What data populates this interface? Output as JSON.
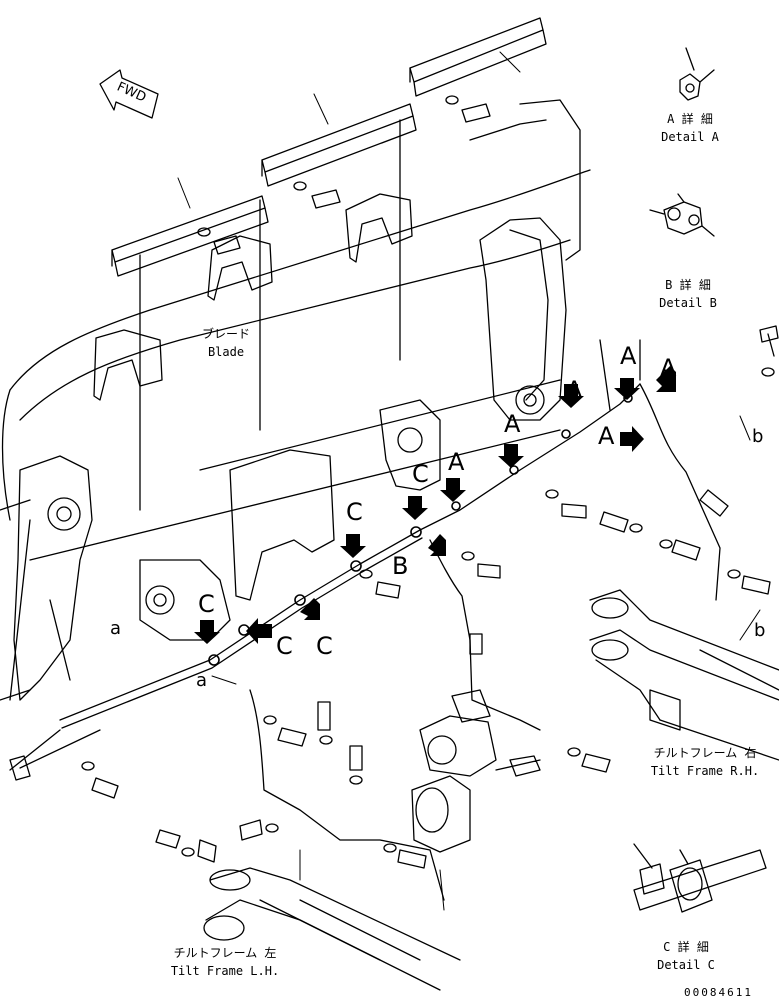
{
  "fwd": "FWD",
  "blade": {
    "jp": "ブレード",
    "en": "Blade"
  },
  "detail_a": {
    "jp": "A 詳 細",
    "en": "Detail A"
  },
  "detail_b": {
    "jp": "B 詳 細",
    "en": "Detail B"
  },
  "detail_c": {
    "jp": "C 詳 細",
    "en": "Detail C"
  },
  "tilt_rh": {
    "jp": "チルトフレーム 右",
    "en": "Tilt Frame R.H."
  },
  "tilt_lh": {
    "jp": "チルトフレーム 左",
    "en": "Tilt Frame L.H."
  },
  "callouts": {
    "A": "A",
    "B": "B",
    "C": "C",
    "a": "a",
    "b": "b"
  },
  "drawing_number": "00084611"
}
